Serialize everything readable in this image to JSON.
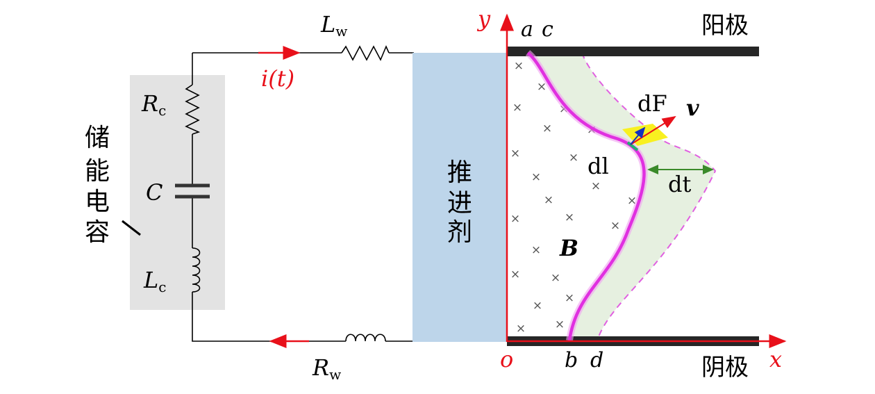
{
  "labels": {
    "Lw": "L",
    "Lw_sub": "w",
    "current": "i(t)",
    "Rc": "R",
    "Rc_sub": "c",
    "C": "C",
    "Lc": "L",
    "Lc_sub": "c",
    "Rw": "R",
    "Rw_sub": "w",
    "storage_cap": [
      "储",
      "能",
      "电",
      "容"
    ],
    "propellant": [
      "推",
      "进",
      "剂"
    ],
    "axis_y": "y",
    "axis_x": "x",
    "origin": "o",
    "point_a": "a",
    "point_c": "c",
    "point_b": "b",
    "point_d": "d",
    "anode": "阳极",
    "cathode": "阴极",
    "dF": "dF",
    "v": "v",
    "dl": "dl",
    "dt": "dt",
    "B": "B"
  },
  "colors": {
    "axis": "#e8101a",
    "current_arrow": "#e8101a",
    "plasma_sheet": "#e030e0",
    "dashed_sheet": "#e060e0",
    "shade": "#e3eedd",
    "propellant_fill": "#bdd5ea",
    "capacitor_box": "#e3e3e3",
    "electrode": "#262626",
    "element_highlight": "#f8f020",
    "dt_arrow": "#3a8a2a",
    "normal_arrow": "#1030c0",
    "dl_arrow": "#20b070"
  }
}
